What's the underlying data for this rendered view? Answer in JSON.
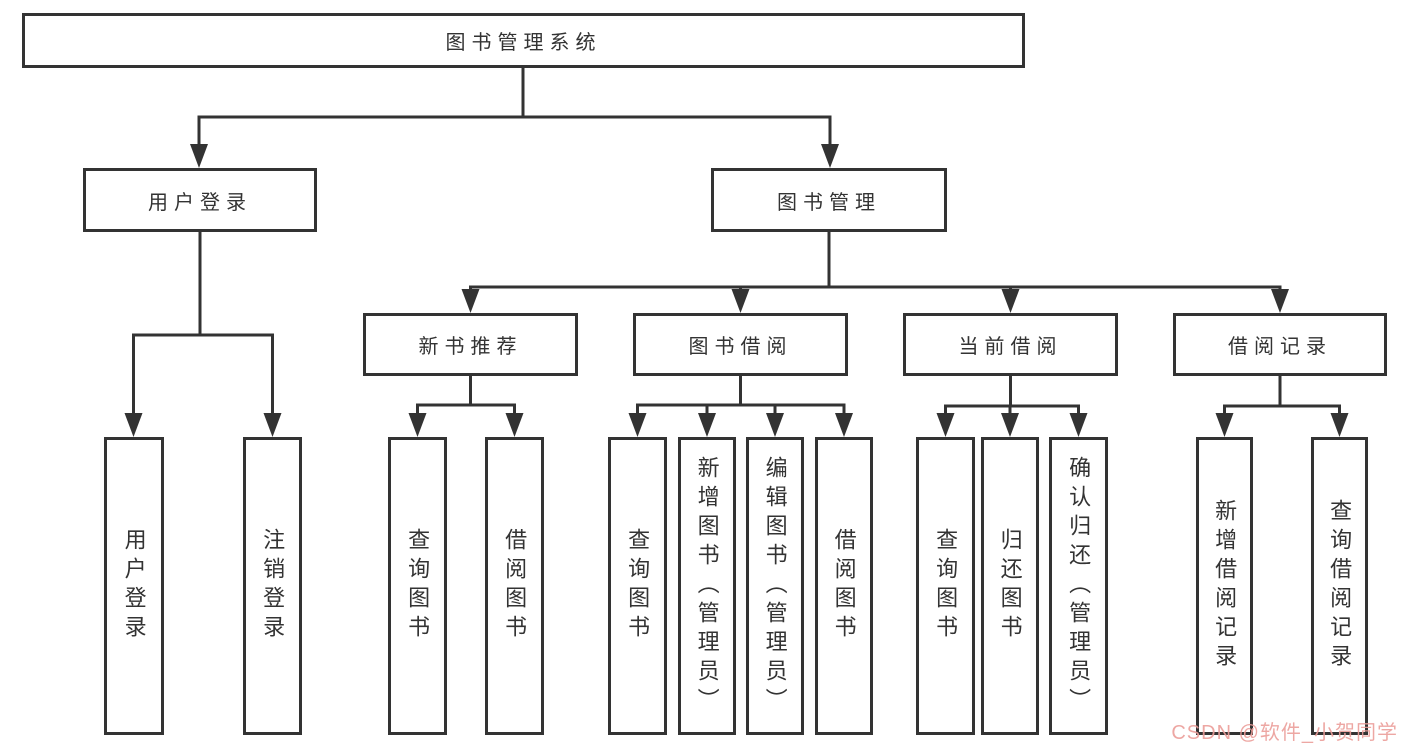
{
  "diagram": {
    "title": "图书管理系统",
    "branches": [
      {
        "label": "用户登录",
        "children": [
          {
            "label": "用户登录"
          },
          {
            "label": "注销登录"
          }
        ]
      },
      {
        "label": "图书管理",
        "children": [
          {
            "label": "新书推荐",
            "children": [
              {
                "label": "查询图书"
              },
              {
                "label": "借阅图书"
              }
            ]
          },
          {
            "label": "图书借阅",
            "children": [
              {
                "label": "查询图书"
              },
              {
                "label": "新增图书（管理员）"
              },
              {
                "label": "编辑图书（管理员）"
              },
              {
                "label": "借阅图书"
              }
            ]
          },
          {
            "label": "当前借阅",
            "children": [
              {
                "label": "查询图书"
              },
              {
                "label": "归还图书"
              },
              {
                "label": "确认归还（管理员）"
              }
            ]
          },
          {
            "label": "借阅记录",
            "children": [
              {
                "label": "新增借阅记录"
              },
              {
                "label": "查询借阅记录"
              }
            ]
          }
        ]
      }
    ]
  },
  "watermark": {
    "text": "CSDN @软件_小贺同学",
    "color": "#ec9e9a"
  },
  "colors": {
    "line": "#333333",
    "text": "#333333",
    "background": "#ffffff"
  }
}
